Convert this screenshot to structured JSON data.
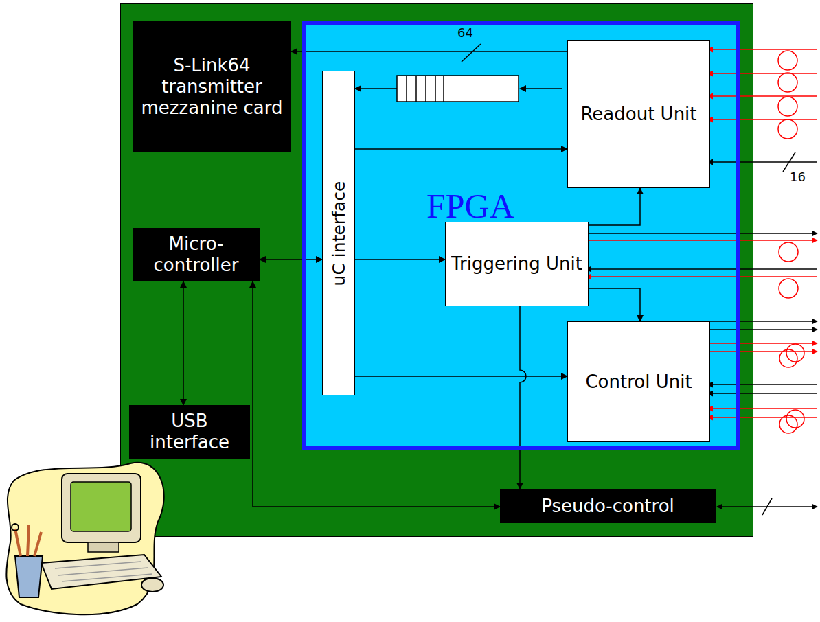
{
  "diagram": {
    "nodes": [
      {
        "text": [
          "S-Link64 transmitter mezzanine card"
        ]
      },
      {
        "text": [
          "FPGA"
        ]
      },
      {
        "text": [
          "Readout Unit"
        ],
        "in": 1
      },
      {
        "text": [
          "uC interface"
        ],
        "in": 1
      },
      {
        "text": [
          "Micro-controller"
        ]
      },
      {
        "text": [
          "Triggering Unit"
        ],
        "in": 1
      },
      {
        "text": [
          "Control Unit"
        ],
        "in": 1
      },
      {
        "text": [
          "USB interface"
        ]
      },
      {
        "text": [
          "Pseudo-control"
        ]
      }
    ],
    "edges": [
      {
        "from": 2,
        "to": 0,
        "arrow": "to",
        "label": "64"
      },
      {
        "from": 2,
        "to": 3,
        "arrow": "to"
      },
      {
        "from": 3,
        "to": 2,
        "arrow": "to"
      },
      {
        "from": 4,
        "to": 3,
        "arrow": "both"
      },
      {
        "from": 3,
        "to": 5,
        "arrow": "to"
      },
      {
        "from": 3,
        "to": 6,
        "arrow": "to"
      },
      {
        "from": 5,
        "to": 2,
        "arrow": "to"
      },
      {
        "from": 5,
        "to": 6,
        "arrow": "to"
      },
      {
        "from": 5,
        "to": 8,
        "arrow": "to"
      },
      {
        "from": 4,
        "to": 7,
        "arrow": "both"
      },
      {
        "from": 4,
        "to": 8,
        "arrow": "both"
      }
    ],
    "labels": [
      "16"
    ]
  }
}
